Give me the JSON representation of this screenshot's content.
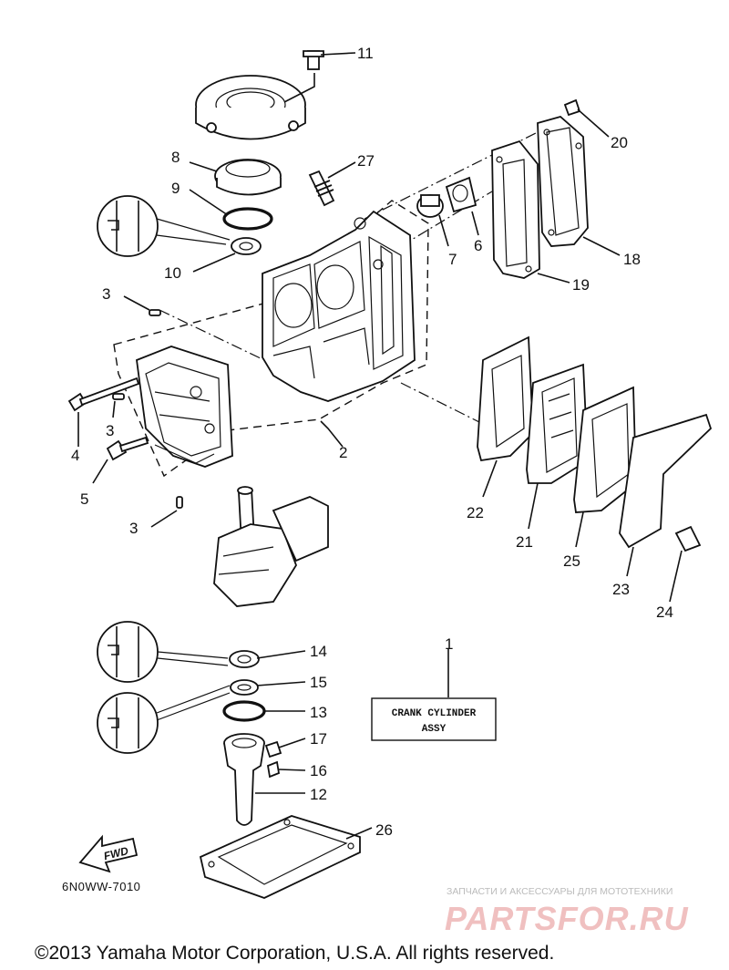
{
  "diagram": {
    "part_numbers": {
      "p1": "1",
      "p2": "2",
      "p3a": "3",
      "p3b": "3",
      "p3c": "3",
      "p4": "4",
      "p5": "5",
      "p6": "6",
      "p7": "7",
      "p8": "8",
      "p9": "9",
      "p10": "10",
      "p11": "11",
      "p12": "12",
      "p13": "13",
      "p14": "14",
      "p15": "15",
      "p16": "16",
      "p17": "17",
      "p18": "18",
      "p19": "19",
      "p20": "20",
      "p21": "21",
      "p22": "22",
      "p23": "23",
      "p24": "24",
      "p25": "25",
      "p26": "26",
      "p27": "27"
    },
    "assy_label": {
      "line1": "CRANK CYLINDER",
      "line2": "ASSY"
    },
    "fwd_label": "FWD",
    "drawing_code": "6N0WW-7010",
    "copyright": "©2013 Yamaha Motor Corporation, U.S.A. All rights reserved."
  },
  "watermark": {
    "tagline": "ЗАПЧАСТИ И АКСЕССУАРЫ ДЛЯ МОТОТЕХНИКИ",
    "brand": "PARTSFOR.RU",
    "color": "#f0c0c0"
  },
  "colors": {
    "ink": "#111111",
    "background": "#ffffff"
  }
}
